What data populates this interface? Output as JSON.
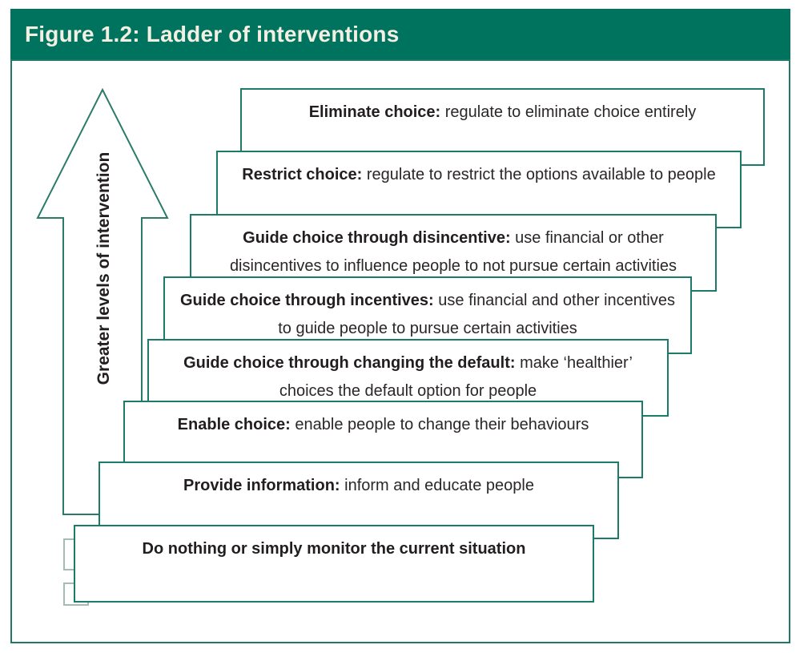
{
  "figure": {
    "title": "Figure 1.2: Ladder of interventions"
  },
  "arrow": {
    "label": "Greater levels of intervention"
  },
  "ladder": {
    "rungs": [
      {
        "label": "Eliminate choice:",
        "text": " regulate to eliminate choice entirely",
        "line2": ""
      },
      {
        "label": "Restrict choice:",
        "text": " regulate to restrict the options available to people",
        "line2": ""
      },
      {
        "label": "Guide choice through disincentive:",
        "text": " use financial or other",
        "line2": "disincentives to influence people to not pursue certain activities"
      },
      {
        "label": "Guide choice through incentives:",
        "text": " use financial and other incentives",
        "line2": "to guide people to pursue certain activities"
      },
      {
        "label": "Guide choice through changing the default:",
        "text": " make ‘healthier’",
        "line2": "choices the default option for people"
      },
      {
        "label": "Enable choice:",
        "text": " enable people to change their behaviours",
        "line2": ""
      },
      {
        "label": "Provide information:",
        "text": " inform and educate people",
        "line2": ""
      },
      {
        "label": "Do nothing or simply monitor the current situation",
        "text": "",
        "line2": ""
      }
    ]
  },
  "colors": {
    "header_bg": "#00735E",
    "header_text": "#F3EFE2",
    "box_border": "#1B7A68",
    "arrow_outline": "#2A7C68",
    "body_text": "#2B2728",
    "ghost_tab_border": "#A3BDB4"
  }
}
